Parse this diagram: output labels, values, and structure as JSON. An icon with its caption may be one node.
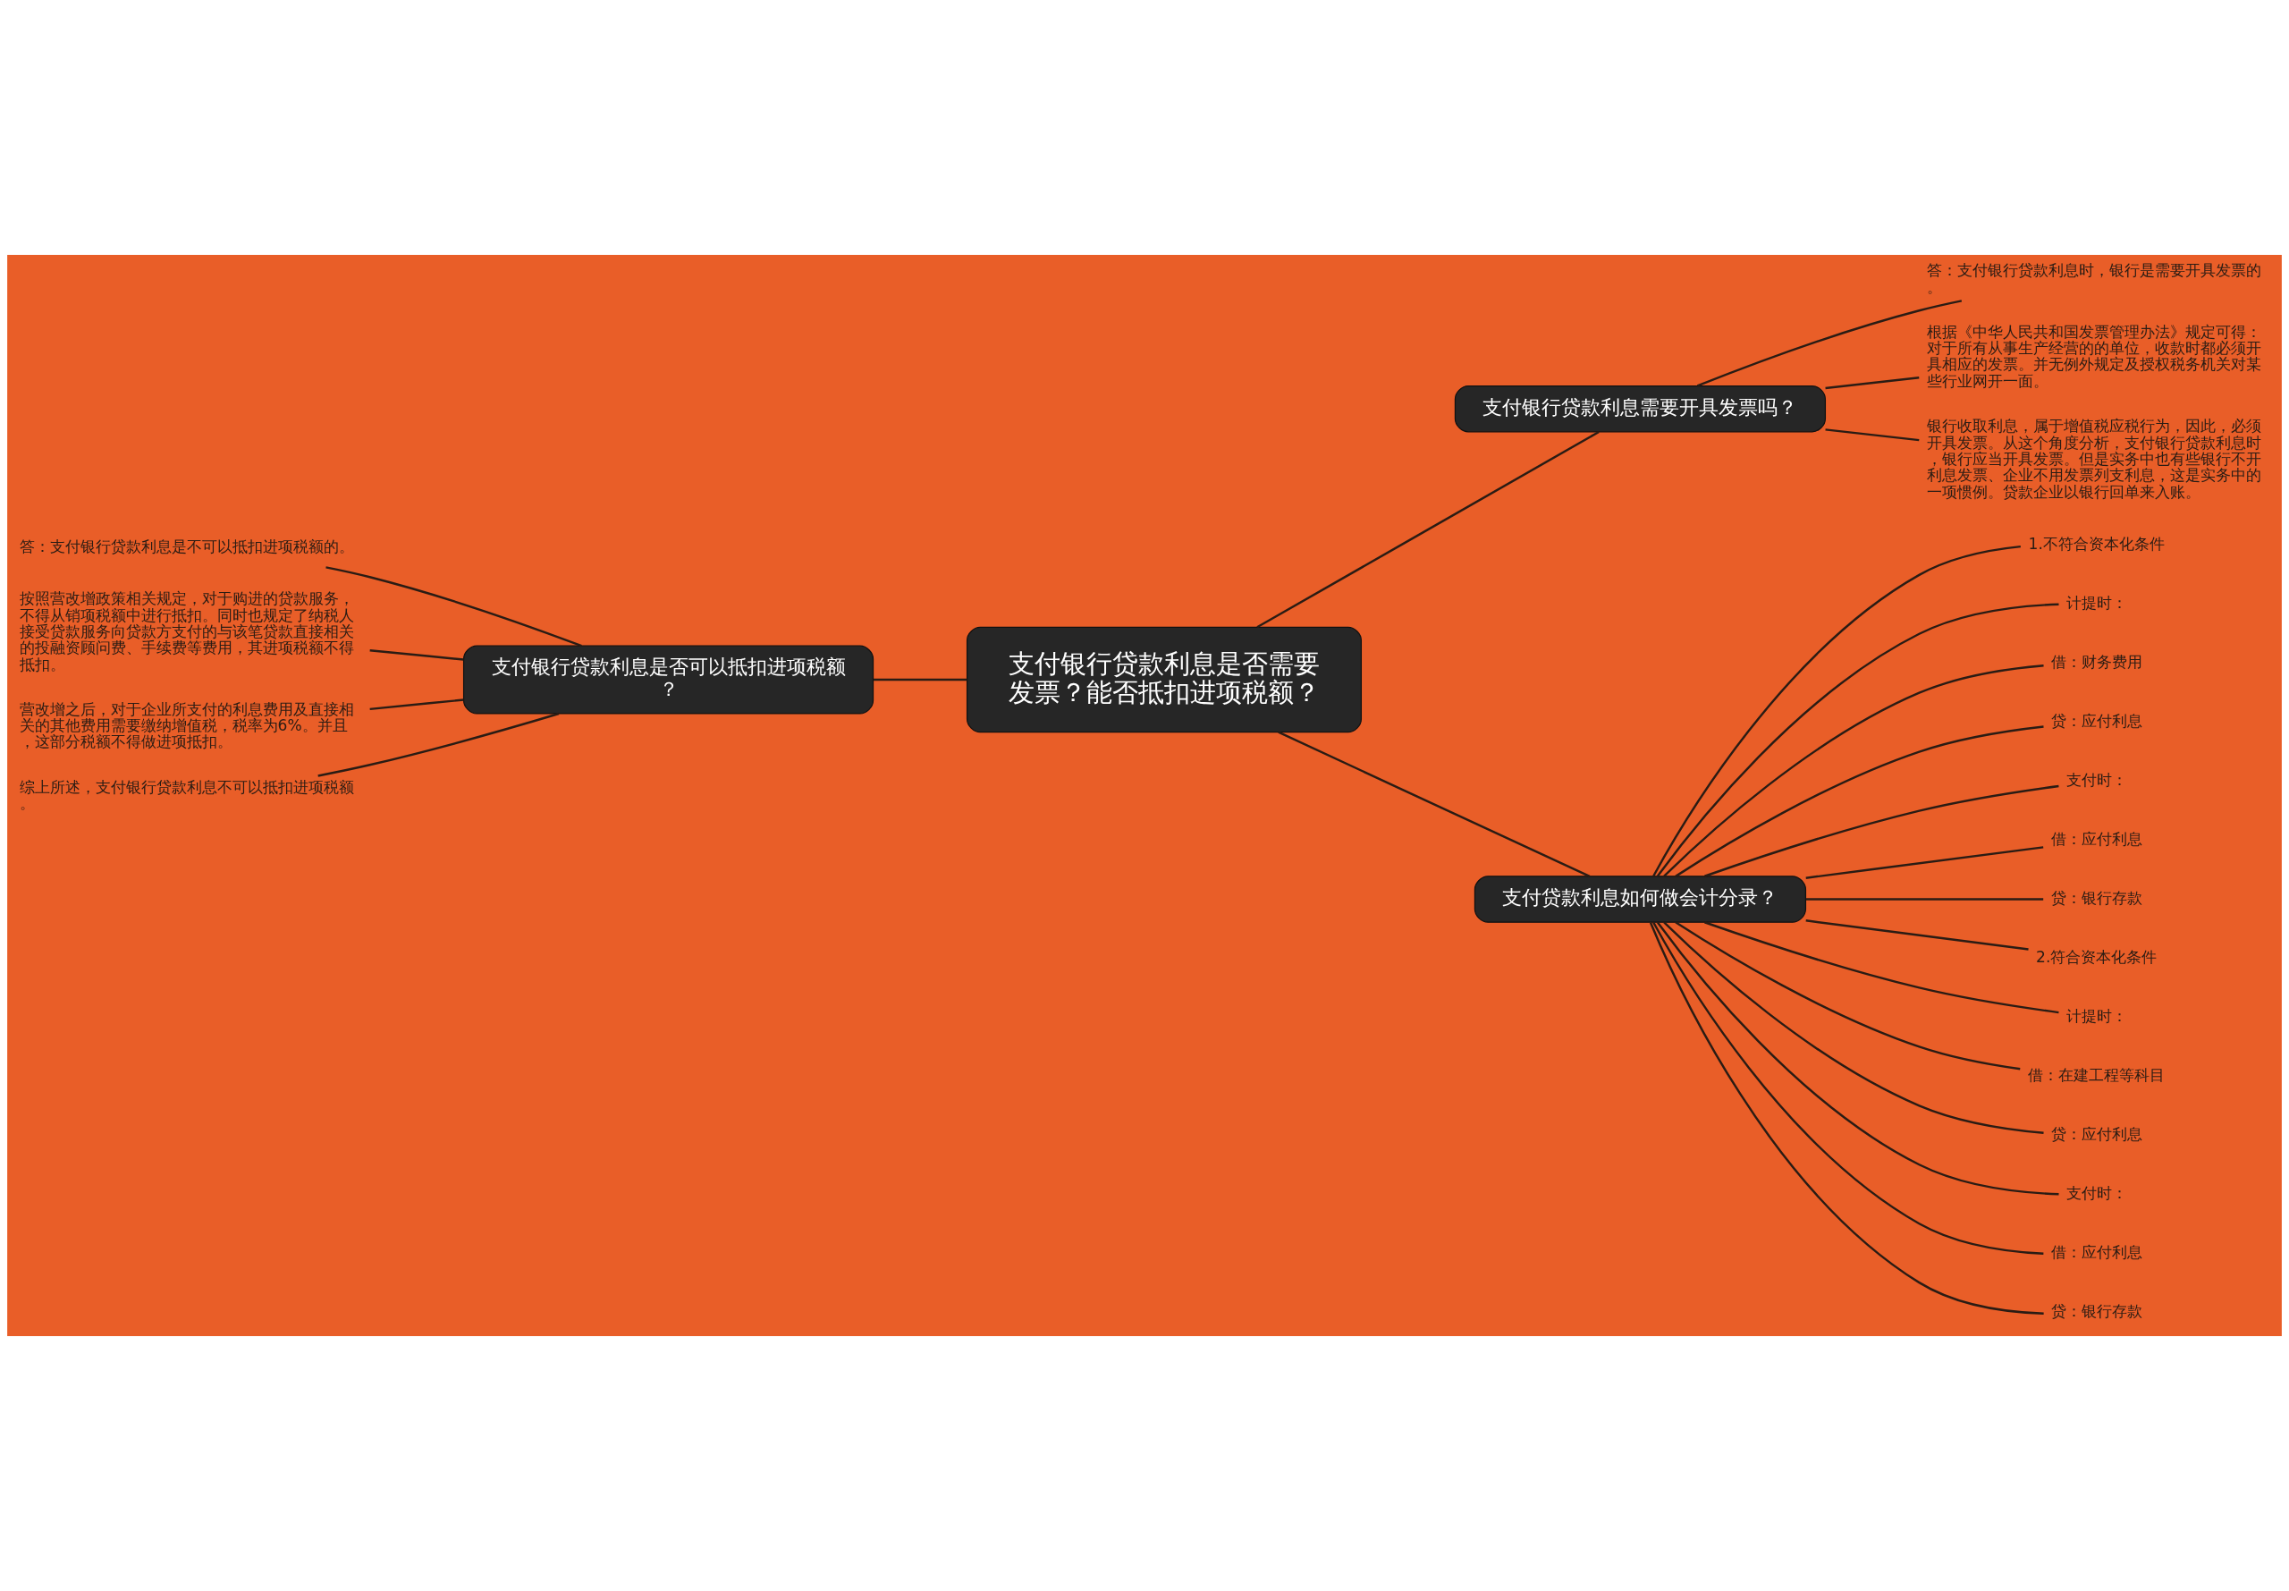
{
  "diagram": {
    "nodes": [
      {
        "text": [
          "支付银行贷款利息是否需要发票？能否抵扣进项税额？"
        ]
      },
      {
        "text": [
          "支付银行贷款利息需要开具发票吗？"
        ]
      },
      {
        "text": [
          "答：支付银行贷款利息时，银行是需要开具发票的。"
        ]
      },
      {
        "text": [
          "根据《中华人民共和国发票管理办法》规定可得：对于所有从事生产经营的的单位，收款时都必须开具相应的发票。并无例外规定及授权税务机关对某些行业网开一面。"
        ]
      },
      {
        "text": [
          "银行收取利息，属于增值税应税行为，因此，必须开具发票。从这个角度分析，支付银行贷款利息时，银行应当开具发票。但是实务中也有些银行不开利息发票、企业不用发票列支利息，这是实务中的一项惯例。贷款企业以银行回单来入账。"
        ]
      },
      {
        "text": [
          "支付贷款利息如何做会计分录？"
        ]
      },
      {
        "text": [
          "1.不符合资本化条件"
        ]
      },
      {
        "text": [
          "计提时："
        ]
      },
      {
        "text": [
          "借：财务费用"
        ]
      },
      {
        "text": [
          "贷：应付利息"
        ]
      },
      {
        "text": [
          "支付时："
        ]
      },
      {
        "text": [
          "借：应付利息"
        ]
      },
      {
        "text": [
          "贷：银行存款"
        ]
      },
      {
        "text": [
          "2.符合资本化条件"
        ]
      },
      {
        "text": [
          "计提时："
        ]
      },
      {
        "text": [
          "借：在建工程等科目"
        ]
      },
      {
        "text": [
          "贷：应付利息"
        ]
      },
      {
        "text": [
          "支付时："
        ]
      },
      {
        "text": [
          "借：应付利息"
        ]
      },
      {
        "text": [
          "贷：银行存款"
        ]
      },
      {
        "text": [
          "支付银行贷款利息是否可以抵扣进项税额？"
        ]
      },
      {
        "text": [
          "答：支付银行贷款利息是不可以抵扣进项税额的。"
        ]
      },
      {
        "text": [
          "按照营改增政策相关规定，对于购进的贷款服务，不得从销项税额中进行抵扣。同时也规定了纳税人接受贷款服务向贷款方支付的与该笔贷款直接相关的投融资顾问费、手续费等费用，其进项税额不得抵扣。"
        ]
      },
      {
        "text": [
          "营改增之后，对于企业所支付的利息费用及直接相关的其他费用需要缴纳增值税，税率为6%。并且，这部分税额不得做进项抵扣。"
        ]
      },
      {
        "text": [
          "综上所述，支付银行贷款利息不可以抵扣进项税额。"
        ]
      }
    ],
    "edges": [
      {
        "from": 0,
        "to": 1,
        "arrow": "none"
      },
      {
        "from": 1,
        "to": 2,
        "arrow": "none"
      },
      {
        "from": 1,
        "to": 3,
        "arrow": "none"
      },
      {
        "from": 1,
        "to": 4,
        "arrow": "none"
      },
      {
        "from": 0,
        "to": 5,
        "arrow": "none"
      },
      {
        "from": 5,
        "to": 6,
        "arrow": "none"
      },
      {
        "from": 5,
        "to": 7,
        "arrow": "none"
      },
      {
        "from": 5,
        "to": 8,
        "arrow": "none"
      },
      {
        "from": 5,
        "to": 9,
        "arrow": "none"
      },
      {
        "from": 5,
        "to": 10,
        "arrow": "none"
      },
      {
        "from": 5,
        "to": 11,
        "arrow": "none"
      },
      {
        "from": 5,
        "to": 12,
        "arrow": "none"
      },
      {
        "from": 5,
        "to": 13,
        "arrow": "none"
      },
      {
        "from": 5,
        "to": 14,
        "arrow": "none"
      },
      {
        "from": 5,
        "to": 15,
        "arrow": "none"
      },
      {
        "from": 5,
        "to": 16,
        "arrow": "none"
      },
      {
        "from": 5,
        "to": 17,
        "arrow": "none"
      },
      {
        "from": 5,
        "to": 18,
        "arrow": "none"
      },
      {
        "from": 5,
        "to": 19,
        "arrow": "none"
      },
      {
        "from": 0,
        "to": 20,
        "arrow": "none"
      },
      {
        "from": 20,
        "to": 21,
        "arrow": "none"
      },
      {
        "from": 20,
        "to": 22,
        "arrow": "none"
      },
      {
        "from": 20,
        "to": 23,
        "arrow": "none"
      },
      {
        "from": 20,
        "to": 24,
        "arrow": "none"
      }
    ]
  }
}
